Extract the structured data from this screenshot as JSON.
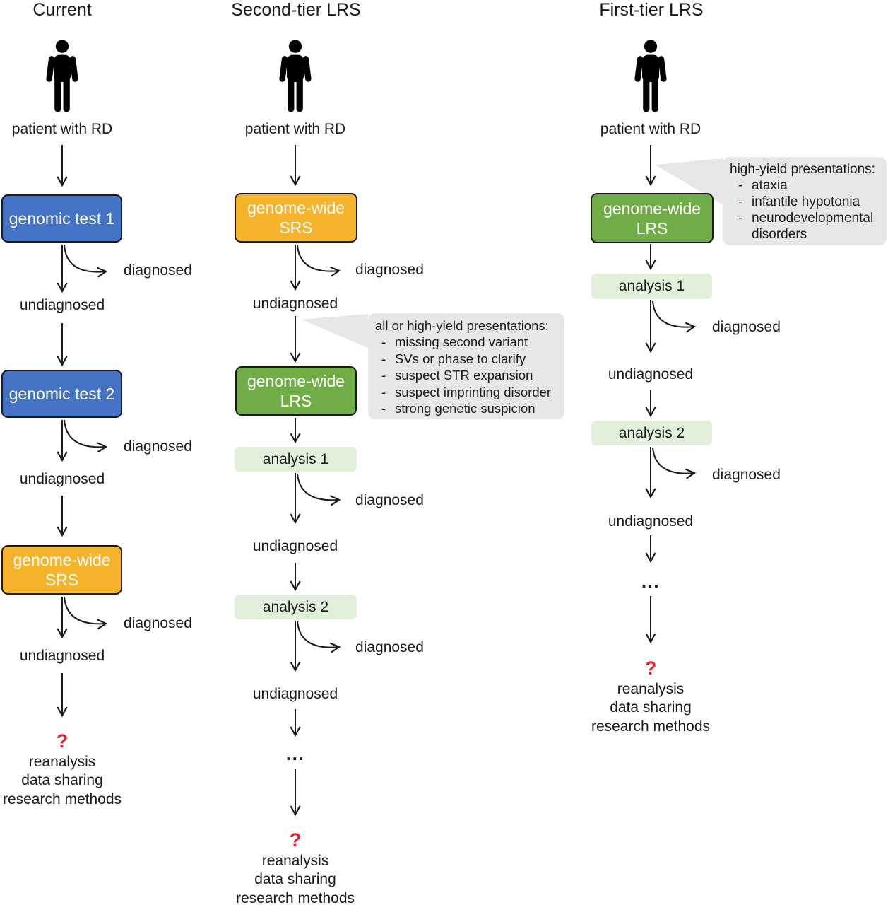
{
  "colors": {
    "blue": "#4472c4",
    "orange": "#f6b42d",
    "green": "#70ad47",
    "light_green": "#e2efda",
    "callout_bg": "#e7e7e7",
    "question_red": "#e8212e",
    "ink": "#1a1a1a"
  },
  "labels": {
    "patient": "patient with RD",
    "diagnosed": "diagnosed",
    "undiagnosed": "undiagnosed",
    "ellipsis": "...",
    "question": "?",
    "bullet": "-",
    "endpoint": [
      "reanalysis",
      "data sharing",
      "research methods"
    ]
  },
  "columns": [
    {
      "title": "Current",
      "boxes": {
        "test1": "genomic test 1",
        "test2": "genomic test 2",
        "srs_line1": "genome-wide",
        "srs_line2": "SRS"
      }
    },
    {
      "title": "Second-tier LRS",
      "boxes": {
        "srs_line1": "genome-wide",
        "srs_line2": "SRS",
        "lrs_line1": "genome-wide",
        "lrs_line2": "LRS",
        "analysis1": "analysis 1",
        "analysis2": "analysis 2"
      },
      "callout": {
        "title": "all or high-yield presentations:",
        "items": [
          "missing second variant",
          "SVs or phase to clarify",
          "suspect STR expansion",
          "suspect imprinting disorder",
          "strong genetic suspicion"
        ]
      }
    },
    {
      "title": "First-tier LRS",
      "boxes": {
        "lrs_line1": "genome-wide",
        "lrs_line2": "LRS",
        "analysis1": "analysis 1",
        "analysis2": "analysis 2"
      },
      "callout": {
        "title": "high-yield presentations:",
        "items": [
          "ataxia",
          "infantile hypotonia",
          "neurodevelopmental disorders"
        ]
      }
    }
  ]
}
